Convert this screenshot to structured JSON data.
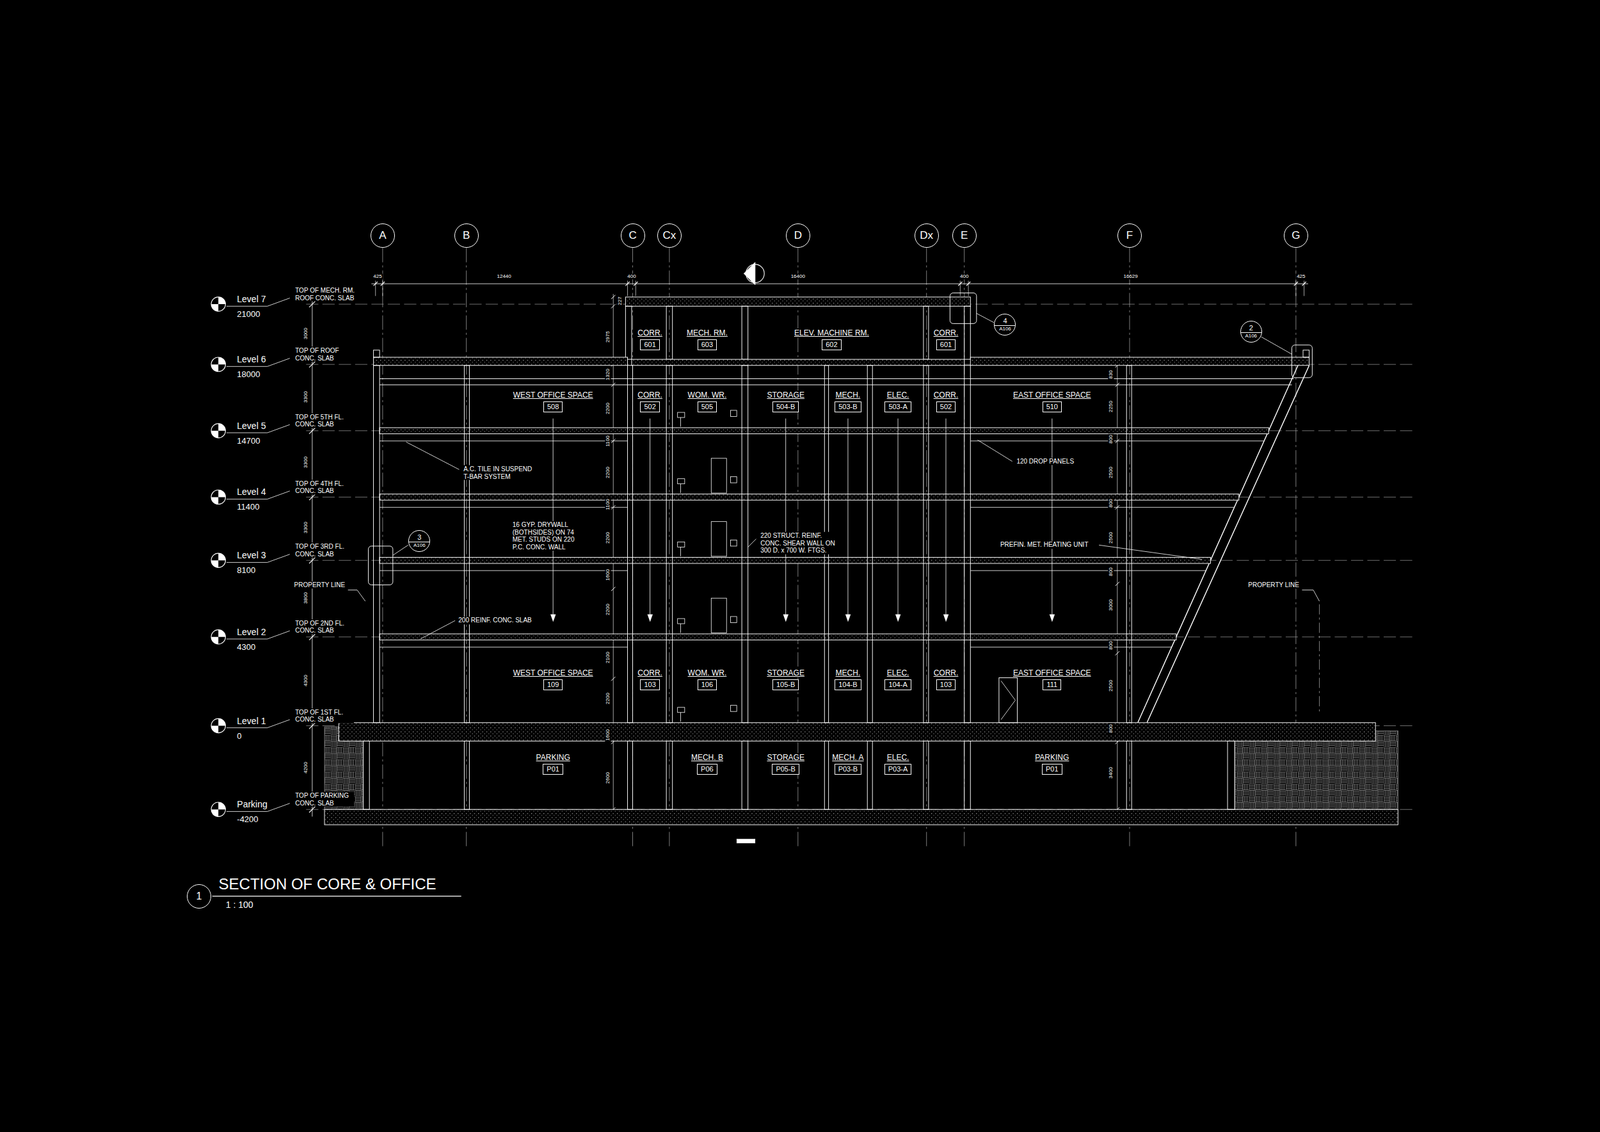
{
  "diagram": {
    "title": "SECTION OF CORE & OFFICE",
    "nodes": [
      {
        "text": [
          "A"
        ]
      },
      {
        "text": [
          "B"
        ]
      },
      {
        "text": [
          "C"
        ]
      },
      {
        "text": [
          "Cx"
        ]
      },
      {
        "text": [
          "D"
        ]
      },
      {
        "text": [
          "Dx"
        ]
      },
      {
        "text": [
          "E"
        ]
      },
      {
        "text": [
          "F"
        ]
      },
      {
        "text": [
          "G"
        ]
      },
      {
        "text": [
          "4",
          "A106"
        ]
      },
      {
        "text": [
          "2",
          "A106"
        ]
      },
      {
        "text": [
          "3",
          "A106"
        ]
      },
      {
        "text": [
          "CORR.",
          "601"
        ]
      },
      {
        "text": [
          "MECH. RM.",
          "603"
        ]
      },
      {
        "text": [
          "ELEV. MACHINE RM.",
          "602"
        ]
      },
      {
        "text": [
          "CORR.",
          "601"
        ]
      },
      {
        "text": [
          "WEST OFFICE SPACE",
          "508"
        ]
      },
      {
        "text": [
          "CORR.",
          "502"
        ]
      },
      {
        "text": [
          "WOM. WR.",
          "505"
        ]
      },
      {
        "text": [
          "STORAGE",
          "504-B"
        ]
      },
      {
        "text": [
          "MECH.",
          "503-B"
        ]
      },
      {
        "text": [
          "ELEC.",
          "503-A"
        ]
      },
      {
        "text": [
          "CORR.",
          "502"
        ]
      },
      {
        "text": [
          "EAST OFFICE SPACE",
          "510"
        ]
      },
      {
        "text": [
          "WEST OFFICE SPACE",
          "109"
        ]
      },
      {
        "text": [
          "CORR.",
          "103"
        ]
      },
      {
        "text": [
          "WOM. WR.",
          "106"
        ]
      },
      {
        "text": [
          "STORAGE",
          "105-B"
        ]
      },
      {
        "text": [
          "MECH.",
          "104-B"
        ]
      },
      {
        "text": [
          "ELEC.",
          "104-A"
        ]
      },
      {
        "text": [
          "CORR.",
          "103"
        ]
      },
      {
        "text": [
          "EAST OFFICE SPACE",
          "111"
        ]
      },
      {
        "text": [
          "PARKING",
          "P01"
        ]
      },
      {
        "text": [
          "MECH. B",
          "P06"
        ]
      },
      {
        "text": [
          "STORAGE",
          "P05-B"
        ]
      },
      {
        "text": [
          "MECH. A",
          "P03-B"
        ]
      },
      {
        "text": [
          "ELEC.",
          "P03-A"
        ]
      },
      {
        "text": [
          "PARKING",
          "P01"
        ]
      },
      {
        "text": [
          "1"
        ]
      }
    ],
    "labels": [
      "Level 7",
      "21000",
      "TOP OF MECH. RM. ROOF CONC. SLAB",
      "Level 6",
      "18000",
      "TOP OF ROOF CONC. SLAB",
      "Level 5",
      "14700",
      "TOP OF 5TH FL. CONC. SLAB",
      "Level 4",
      "11400",
      "TOP OF 4TH FL. CONC. SLAB",
      "Level 3",
      "8100",
      "TOP OF 3RD FL. CONC. SLAB",
      "Level 2",
      "4300",
      "TOP OF 2ND FL. CONC. SLAB",
      "Level 1",
      "0",
      "TOP OF 1ST FL. CONC. SLAB",
      "Parking",
      "-4200",
      "TOP OF PARKING CONC. SLAB",
      "425",
      "12440",
      "400",
      "16400",
      "400",
      "16629",
      "425",
      "3000",
      "3300",
      "3300",
      "3300",
      "3800",
      "4300",
      "4200",
      "227",
      "2975",
      "1320",
      "2200",
      "1100",
      "2200",
      "1100",
      "2200",
      "1600",
      "2200",
      "2100",
      "2200",
      "1600",
      "2600",
      "830",
      "2250",
      "800",
      "2500",
      "800",
      "2500",
      "800",
      "3000",
      "800",
      "2500",
      "800",
      "3400",
      "A.C. TILE IN SUSPEND T-BAR SYSTEM",
      "16 GYP. DRYWALL (BOTHSIDES) ON 74 MET. STUDS ON 220 P.C. CONC. WALL",
      "220 STRUCT. REINF. CONC. SHEAR WALL ON 300 D. x 700 W. FTGS.",
      "200 REINF. CONC. SLAB",
      "120 DROP PANELS",
      "PREFIN. MET. HEATING UNIT",
      "PROPERTY LINE",
      "PROPERTY LINE",
      "1 : 100"
    ]
  }
}
